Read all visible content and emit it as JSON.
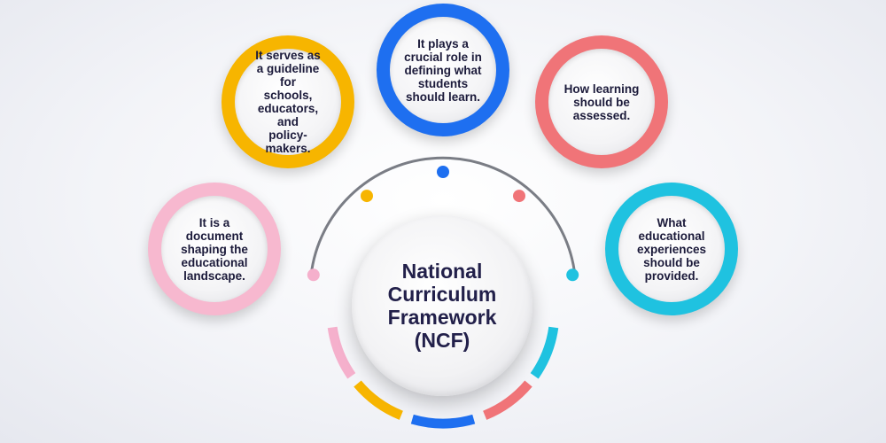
{
  "center": {
    "title": "National\nCurriculum\nFramework\n(NCF)"
  },
  "nodes": [
    {
      "text": "It serves as\na  guideline for\nschools,\neducators, and\npolicy-\nmakers.",
      "color": "#f7b500"
    },
    {
      "text": "It plays a\ncrucial role in\ndefining what\nstudents\nshould learn.",
      "color": "#1e6ff0"
    },
    {
      "text": "How learning\nshould be\nassessed.",
      "color": "#f07478"
    },
    {
      "text": "It is a\ndocument\nshaping the\neducational\nlandscape.",
      "color": "#f7b8cf"
    },
    {
      "text": "What\neducational\nexperiences\nshould be\nprovided.",
      "color": "#1fc2e0"
    }
  ],
  "arc_dots": [
    "#f5b0cc",
    "#f7b500",
    "#1e6ff0",
    "#f07478",
    "#1fc2e0"
  ],
  "lower_segments": [
    "#f5b0cc",
    "#f7b500",
    "#1e6ff0",
    "#f07478",
    "#1fc2e0"
  ]
}
